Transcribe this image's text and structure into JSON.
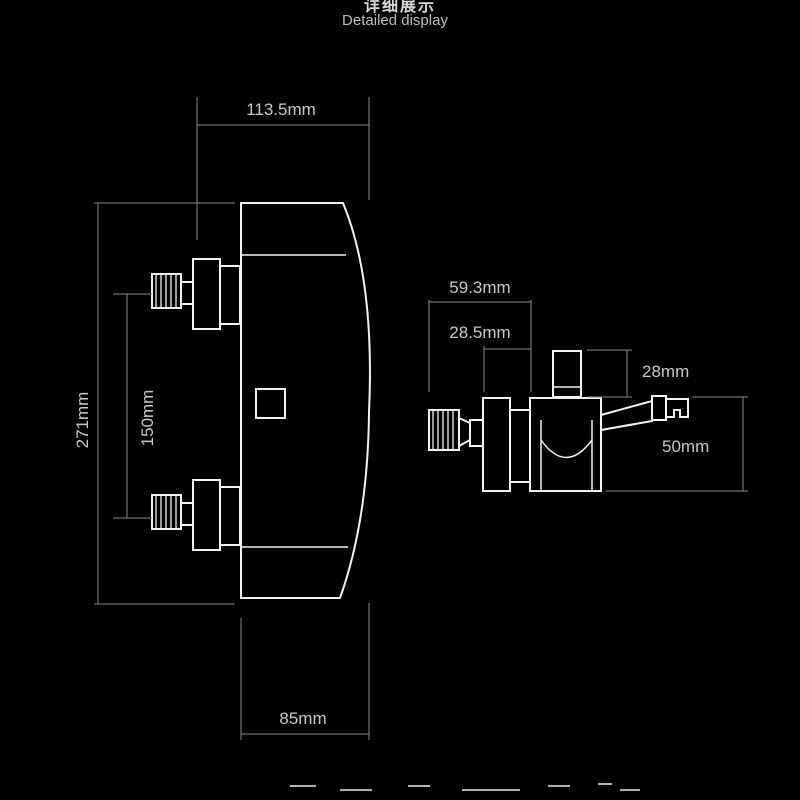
{
  "header": {
    "title_cn": "详细展示",
    "title_en": "Detailed display"
  },
  "front_view": {
    "width_top": "113.5mm",
    "height": "271mm",
    "inlet_spacing": "150mm",
    "depth_bottom": "85mm"
  },
  "side_view": {
    "total_length": "59.3mm",
    "offset": "28.5mm",
    "knob_height": "28mm",
    "outlet_height": "50mm"
  },
  "colors": {
    "background": "#000000",
    "line": "#f2f2f2",
    "dimension": "#8a8a8a",
    "text": "#c8c8c8"
  }
}
